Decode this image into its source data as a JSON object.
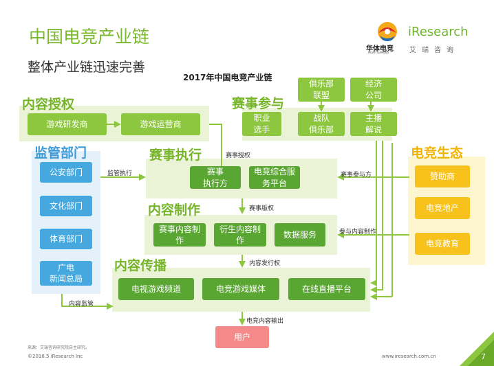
{
  "header": {
    "title": "中国电竞产业链",
    "subtitle": "整体产业链迅速完善",
    "diagram_title": "2017年中国电竞产业链"
  },
  "logos": {
    "huati_name": "华体电竞",
    "huati_en": "HUATI GAMING",
    "iresearch_name": "iResearch",
    "iresearch_cn": "艾瑞咨询"
  },
  "sections": {
    "content_license": "内容授权",
    "event_participation": "赛事参与",
    "regulators": "监管部门",
    "event_execution": "赛事执行",
    "esports_ecology": "电竞生态",
    "content_production": "内容制作",
    "content_distribution": "内容传播"
  },
  "boxes": {
    "game_dev": "游戏研发商",
    "game_ops": "游戏运营商",
    "club_union": "俱乐部\n联盟",
    "broker": "经济\n公司",
    "pro_player": "职业\n选手",
    "team_club": "战队\n俱乐部",
    "host_commentary": "主播\n解说",
    "police": "公安部门",
    "culture": "文化部门",
    "sports": "体育部门",
    "broadcast": "广电\n新闻总局",
    "event_operator": "赛事\n执行方",
    "service_platform": "电竞综合服\n务平台",
    "sponsor": "赞助商",
    "esports_estate": "电竞地产",
    "esports_edu": "电竞教育",
    "event_content": "赛事内容制\n作",
    "derivative_content": "衍生内容制\n作",
    "data_service": "数据服务",
    "tv_channel": "电视游戏频道",
    "media": "电竞游戏媒体",
    "live_platform": "在线直播平台",
    "user": "用户"
  },
  "labels": {
    "event_license": "赛事授权",
    "supervision": "监管执行",
    "participant_side": "赛事参与方",
    "copyright": "赛事版权",
    "participate_production": "参与内容制作",
    "distribution_rights": "内容发行权",
    "content_supervision": "内容监管",
    "content_output": "电竞内容输出"
  },
  "footer": {
    "source": "来源：艾瑞咨询研究院自主研究。",
    "copyright": "©2018.5 iResearch Inc",
    "url": "www.iresearch.com.cn",
    "page_number": "7"
  },
  "colors": {
    "green": "#8dc63f",
    "dark_green": "#5aa632",
    "blue": "#45a9e0",
    "yellow": "#f8c21c",
    "pink": "#f48a8a"
  }
}
